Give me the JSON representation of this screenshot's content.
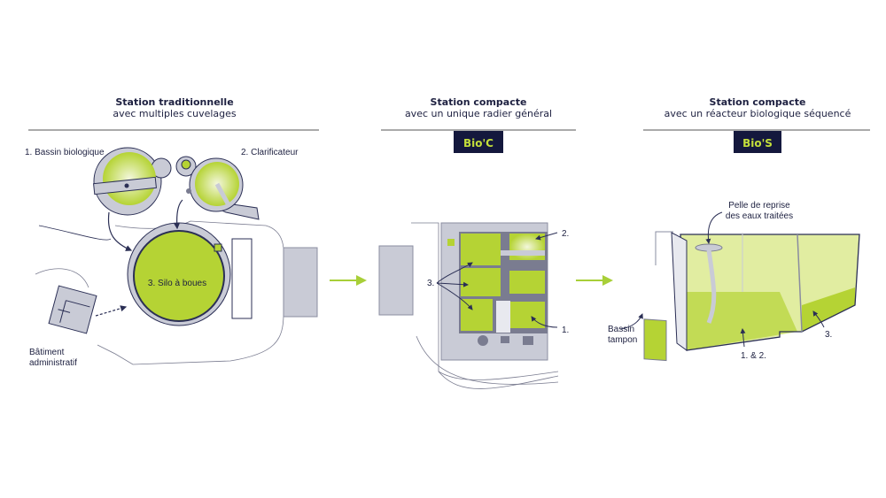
{
  "panels": [
    {
      "title": "Station traditionnelle",
      "subtitle": "avec multiples cuvelages",
      "labels": {
        "bassin": "1. Bassin biologique",
        "clarificateur": "2. Clarificateur",
        "silo": "3. Silo à boues",
        "batiment_1": "Bâtiment",
        "batiment_2": "administratif"
      }
    },
    {
      "title": "Station compacte",
      "subtitle": "avec un unique radier général",
      "badge": "Bio'C",
      "labels": {
        "n1": "1.",
        "n2": "2.",
        "n3": "3."
      }
    },
    {
      "title": "Station compacte",
      "subtitle": "avec un réacteur biologique séquencé",
      "badge": "Bio'S",
      "labels": {
        "pelle_1": "Pelle de reprise",
        "pelle_2": "des eaux traitées",
        "bassin_1": "Bassin",
        "bassin_2": "tampon",
        "n12": "1. & 2.",
        "n3": "3."
      }
    }
  ],
  "colors": {
    "navy": "#2b2f55",
    "lime": "#b5d334",
    "grey": "#c9cbd6",
    "badge_bg": "#14183d",
    "badge_text": "#c4df3a"
  }
}
